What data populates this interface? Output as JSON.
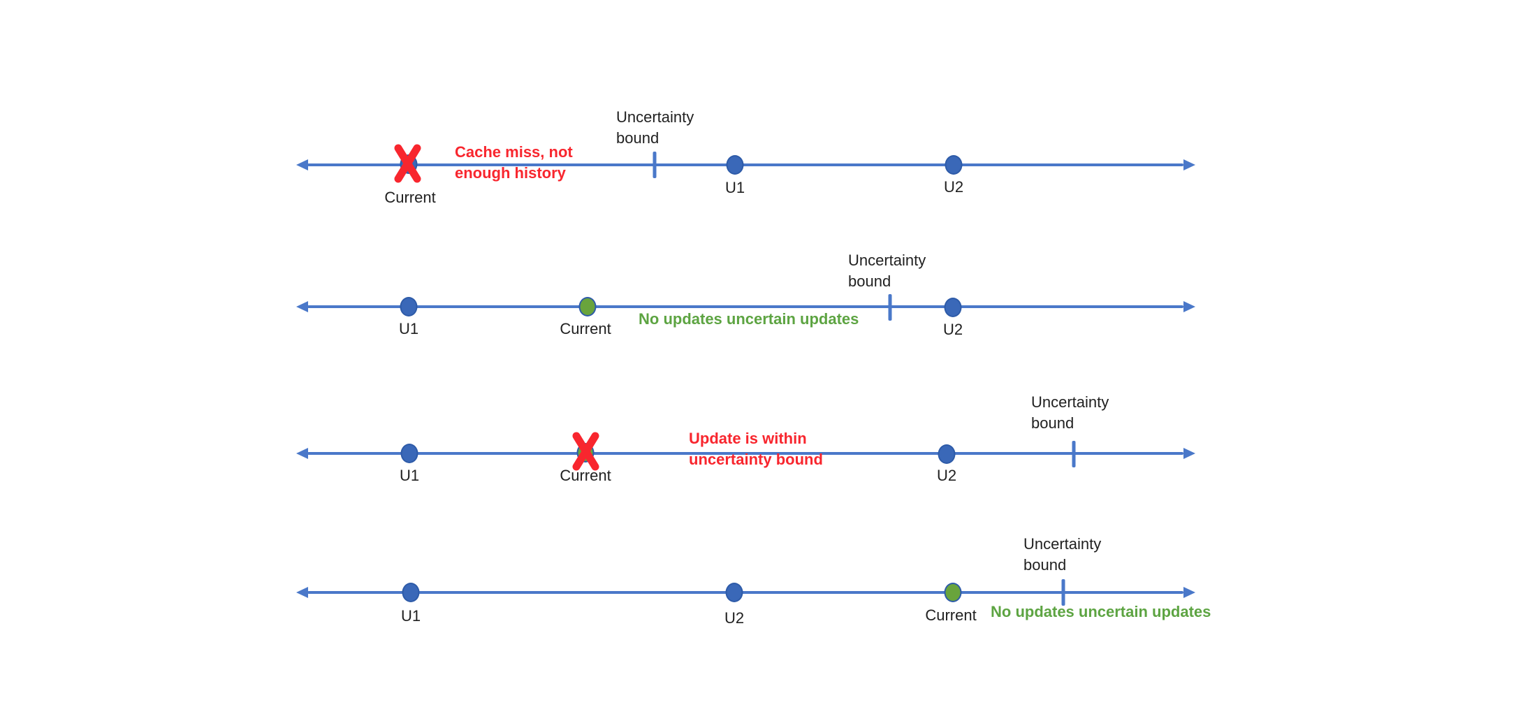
{
  "colors": {
    "line": "#4A78C9",
    "dot_fill": "#3A68B8",
    "dot_border": "#2E5BA8",
    "green_dot_fill": "#69A43C",
    "red": "#F8262E",
    "green_text": "#5DA442",
    "text": "#212121"
  },
  "rows": [
    {
      "scenario": "cache-miss-not-enough-history",
      "points": {
        "current": {
          "label": "Current",
          "marker": "blue-dot-with-red-x"
        },
        "u1": {
          "label": "U1",
          "marker": "blue-dot"
        },
        "u2": {
          "label": "U2",
          "marker": "blue-dot"
        }
      },
      "bound": {
        "line1": "Uncertainty",
        "line2": "bound"
      },
      "annotation": {
        "line1": "Cache miss, not",
        "line2": "enough history",
        "color": "red"
      }
    },
    {
      "scenario": "current-before-uncertainty-bound",
      "points": {
        "u1": {
          "label": "U1",
          "marker": "blue-dot"
        },
        "current": {
          "label": "Current",
          "marker": "green-dot"
        },
        "u2": {
          "label": "U2",
          "marker": "blue-dot"
        }
      },
      "bound": {
        "line1": "Uncertainty",
        "line2": "bound"
      },
      "annotation": {
        "line1": "No updates uncertain updates",
        "color": "green"
      }
    },
    {
      "scenario": "update-within-uncertainty-bound",
      "points": {
        "u1": {
          "label": "U1",
          "marker": "blue-dot"
        },
        "current": {
          "label": "Current",
          "marker": "green-dot-with-red-x"
        },
        "u2": {
          "label": "U2",
          "marker": "blue-dot"
        }
      },
      "bound": {
        "line1": "Uncertainty",
        "line2": "bound"
      },
      "annotation": {
        "line1": "Update is within",
        "line2": "uncertainty bound",
        "color": "red"
      }
    },
    {
      "scenario": "current-after-updates",
      "points": {
        "u1": {
          "label": "U1",
          "marker": "blue-dot"
        },
        "u2": {
          "label": "U2",
          "marker": "blue-dot"
        },
        "current": {
          "label": "Current",
          "marker": "green-dot"
        }
      },
      "bound": {
        "line1": "Uncertainty",
        "line2": "bound"
      },
      "annotation": {
        "line1": "No updates uncertain updates",
        "color": "green"
      }
    }
  ]
}
